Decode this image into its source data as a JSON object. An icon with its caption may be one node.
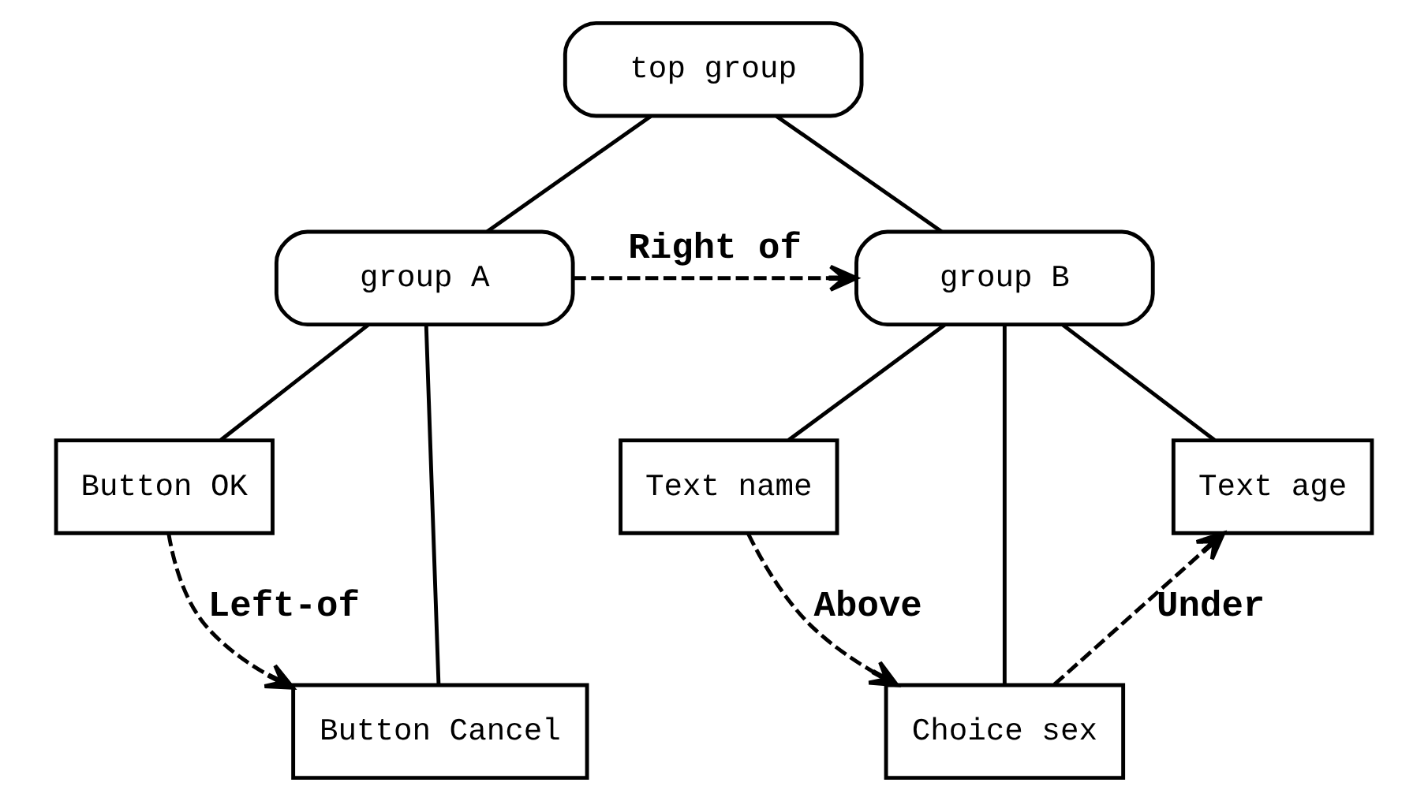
{
  "diagram": {
    "nodes": [
      {
        "text": [
          "top group"
        ]
      },
      {
        "text": [
          "group A"
        ]
      },
      {
        "text": [
          "group B"
        ]
      },
      {
        "text": [
          "Button OK"
        ]
      },
      {
        "text": [
          "Button Cancel"
        ]
      },
      {
        "text": [
          "Text name"
        ]
      },
      {
        "text": [
          "Choice sex"
        ]
      },
      {
        "text": [
          "Text age"
        ]
      }
    ],
    "edges": [
      {
        "from": 0,
        "to": 1,
        "arrow": "none"
      },
      {
        "from": 0,
        "to": 2,
        "arrow": "none"
      },
      {
        "from": 1,
        "to": 2,
        "arrow": "to",
        "style": "dashed",
        "label": "Right of"
      },
      {
        "from": 1,
        "to": 3,
        "arrow": "none"
      },
      {
        "from": 1,
        "to": 4,
        "arrow": "none"
      },
      {
        "from": 2,
        "to": 5,
        "arrow": "none"
      },
      {
        "from": 2,
        "to": 6,
        "arrow": "none"
      },
      {
        "from": 2,
        "to": 7,
        "arrow": "none"
      },
      {
        "from": 3,
        "to": 4,
        "arrow": "to",
        "style": "dashed",
        "label": "Left-of"
      },
      {
        "from": 5,
        "to": 6,
        "arrow": "to",
        "style": "dashed",
        "label": "Above"
      },
      {
        "from": 6,
        "to": 7,
        "arrow": "to",
        "style": "dashed",
        "label": "Under"
      }
    ]
  }
}
